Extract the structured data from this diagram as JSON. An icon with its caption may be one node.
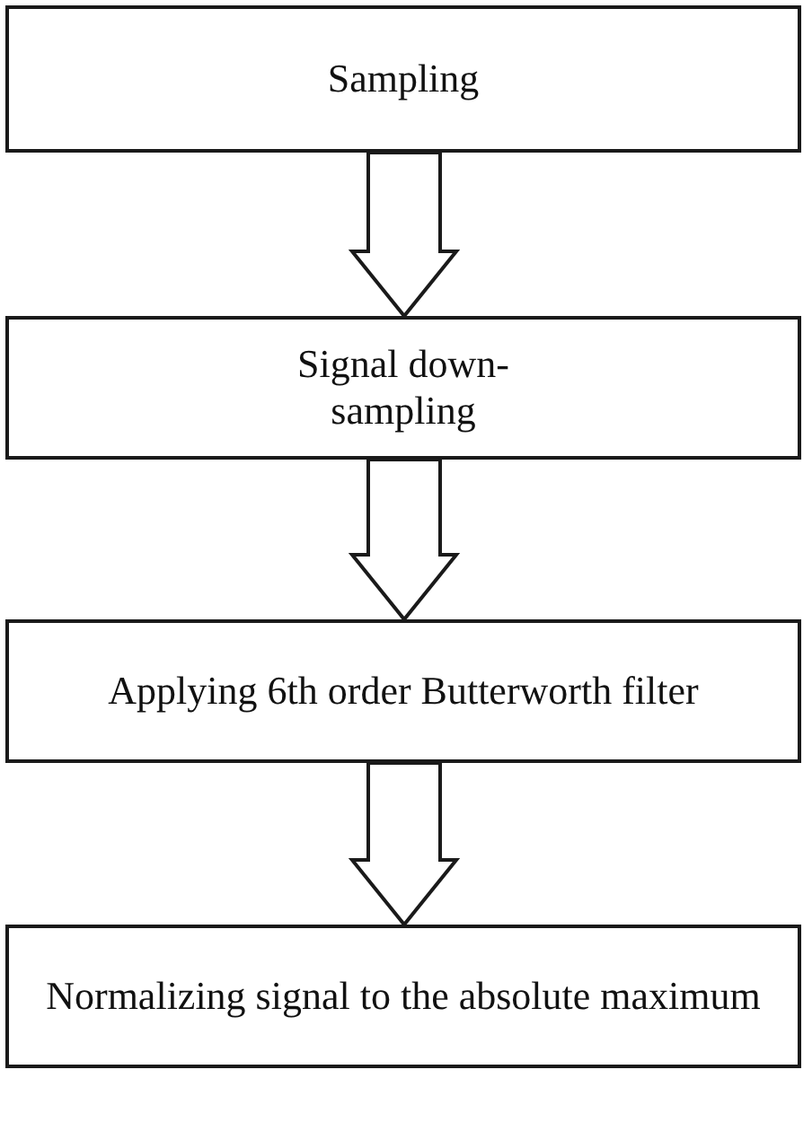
{
  "diagram": {
    "nodes": [
      {
        "text": [
          "Sampling"
        ]
      },
      {
        "text": [
          "Signal down-sampling"
        ]
      },
      {
        "text": [
          "Applying 6th order Butterworth filter"
        ]
      },
      {
        "text": [
          "Normalizing signal to the absolute maximum"
        ]
      }
    ],
    "edges": [
      {
        "from": 0,
        "to": 1,
        "arrow": "to"
      },
      {
        "from": 1,
        "to": 2,
        "arrow": "to"
      },
      {
        "from": 2,
        "to": 3,
        "arrow": "to"
      }
    ]
  }
}
